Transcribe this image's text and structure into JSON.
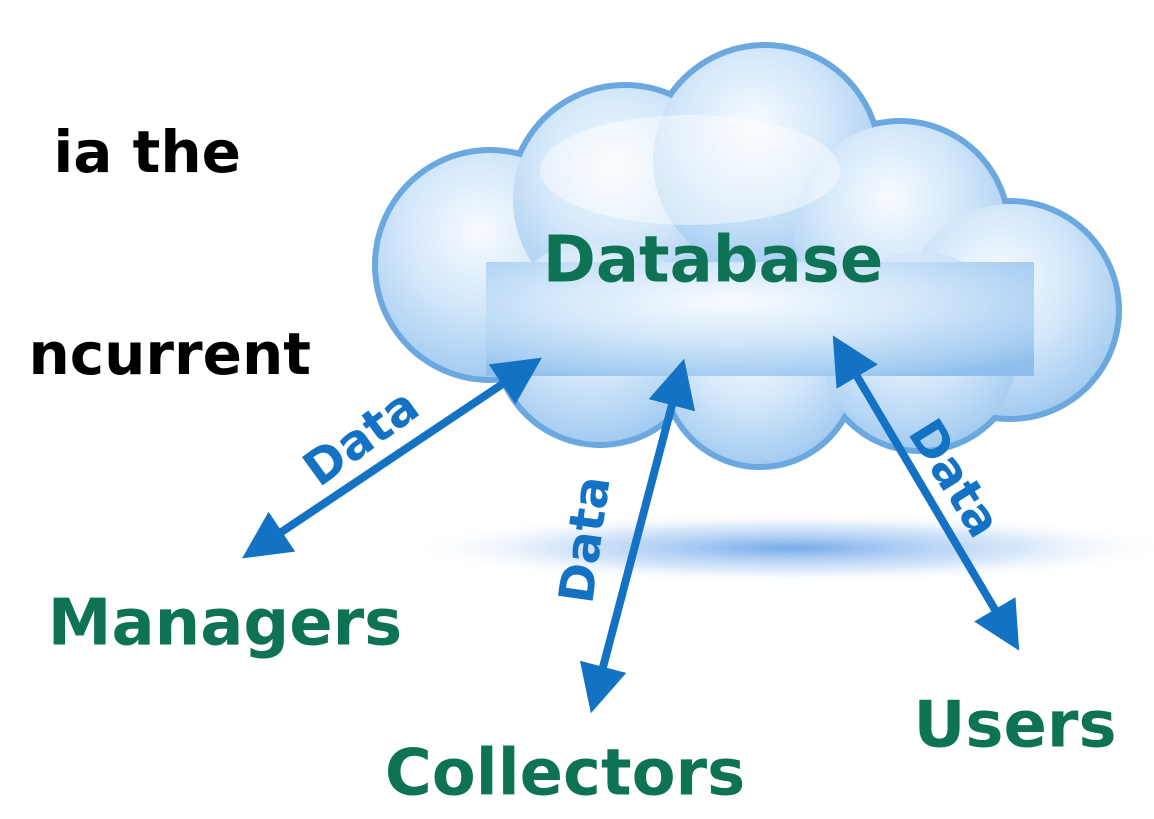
{
  "slide_text": {
    "line_1": "ia the",
    "line_2": "ncurrent"
  },
  "nodes": {
    "database": "Database",
    "managers": "Managers",
    "collectors": "Collectors",
    "users": "Users"
  },
  "edge_label": "Data",
  "colors": {
    "node_text": "#0e7355",
    "arrow": "#1372c4",
    "body_text": "#000000",
    "cloud_light": "#eaf4fd",
    "cloud_mid": "#b5d6f4",
    "cloud_edge": "#6aa8df"
  }
}
